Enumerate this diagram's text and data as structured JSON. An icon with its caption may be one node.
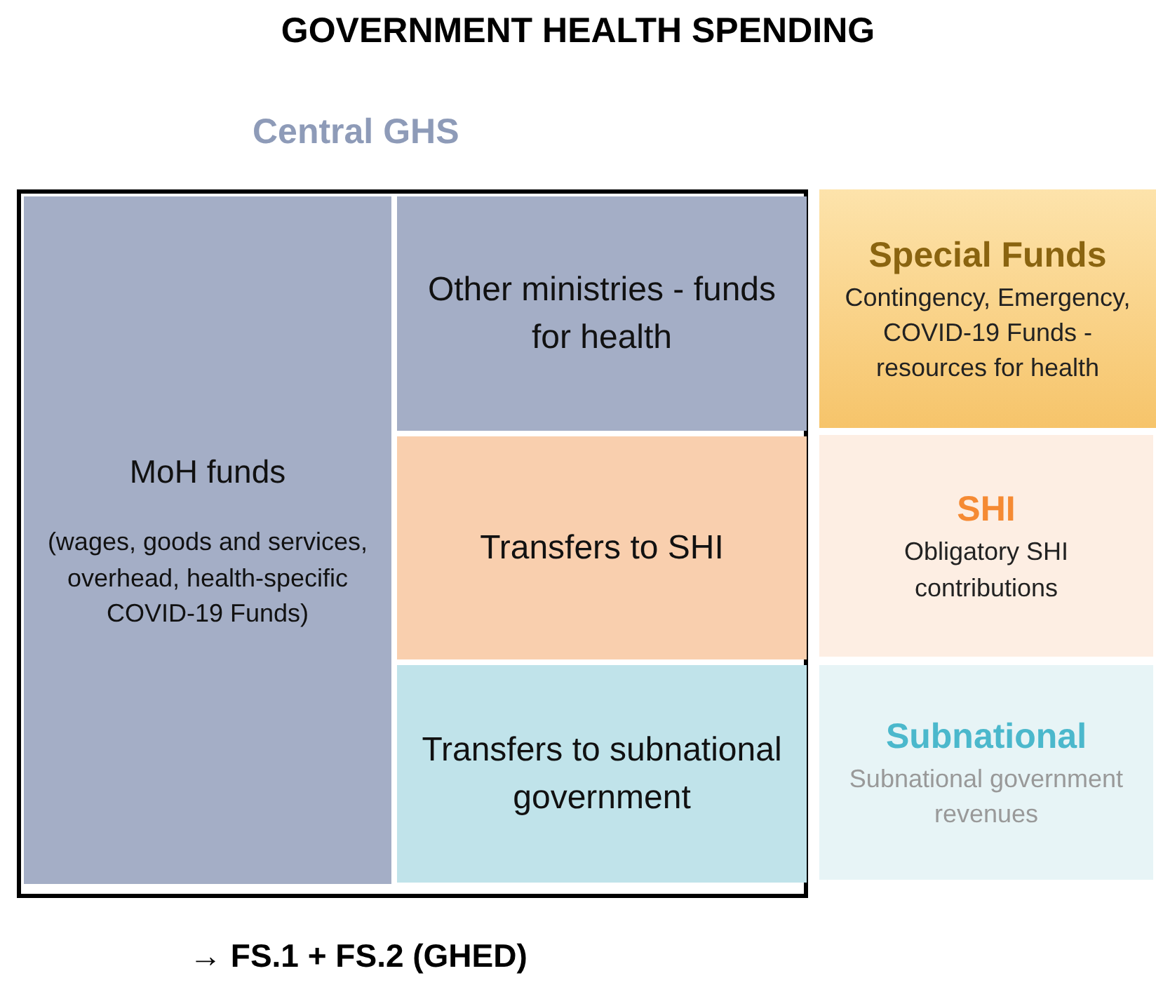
{
  "diagram": {
    "title": "GOVERNMENT HEALTH SPENDING",
    "nodes": [
      {
        "text": [
          "Central GHS"
        ]
      },
      {
        "text": [
          "MoH funds",
          "(wages, goods and services, overhead, health-specific COVID-19 Funds)"
        ],
        "in": 0
      },
      {
        "text": [
          "Other ministries - funds for health"
        ],
        "in": 0
      },
      {
        "text": [
          "Transfers to SHI"
        ],
        "in": 0
      },
      {
        "text": [
          "Transfers to subnational government"
        ],
        "in": 0
      },
      {
        "text": [
          "Special Funds",
          "Contingency, Emergency, COVID-19 Funds - resources for health"
        ]
      },
      {
        "text": [
          "SHI",
          "Obligatory SHI contributions"
        ]
      },
      {
        "text": [
          "Subnational",
          "Subnational government revenues"
        ]
      }
    ],
    "labels": [
      "→ FS.1 + FS.2 (GHED)"
    ]
  }
}
